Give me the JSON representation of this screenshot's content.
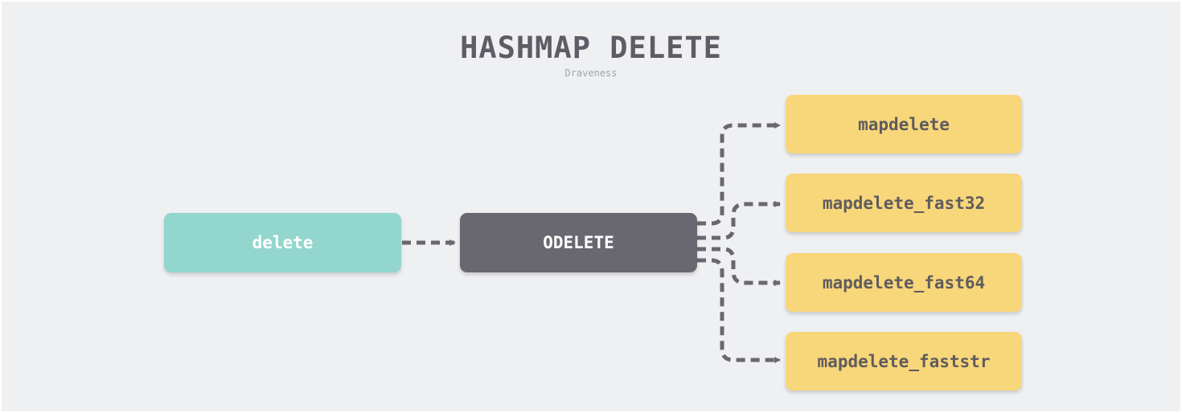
{
  "diagram": {
    "title": "HASHMAP DELETE",
    "subtitle": "Draveness",
    "nodes": [
      {
        "id": "delete",
        "label": "delete",
        "color": "#93d6ce"
      },
      {
        "id": "odelete",
        "label": "ODELETE",
        "color": "#696770"
      },
      {
        "id": "mapdelete",
        "label": "mapdelete",
        "color": "#f8d67a"
      },
      {
        "id": "mapdelete_fast32",
        "label": "mapdelete_fast32",
        "color": "#f8d67a"
      },
      {
        "id": "mapdelete_fast64",
        "label": "mapdelete_fast64",
        "color": "#f8d67a"
      },
      {
        "id": "mapdelete_faststr",
        "label": "mapdelete_faststr",
        "color": "#f8d67a"
      }
    ],
    "edges": [
      {
        "from": "delete",
        "to": "odelete",
        "style": "dashed"
      },
      {
        "from": "odelete",
        "to": "mapdelete",
        "style": "dashed"
      },
      {
        "from": "odelete",
        "to": "mapdelete_fast32",
        "style": "dashed"
      },
      {
        "from": "odelete",
        "to": "mapdelete_fast64",
        "style": "dashed"
      },
      {
        "from": "odelete",
        "to": "mapdelete_faststr",
        "style": "dashed"
      }
    ],
    "edge_color": "#69686f"
  }
}
